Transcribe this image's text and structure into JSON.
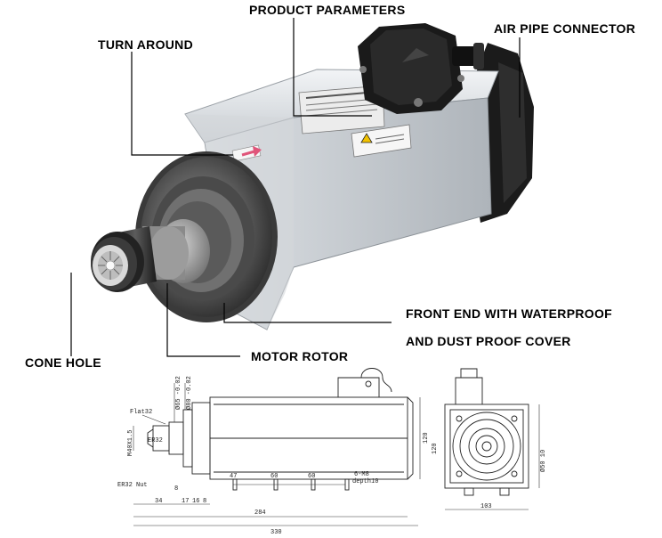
{
  "callouts": {
    "product_parameters": "PRODUCT PARAMETERS",
    "turn_around": "TURN AROUND",
    "air_pipe_connector": "AIR PIPE CONNECTOR",
    "front_end_line1": "FRONT END WITH WATERPROOF",
    "front_end_line2": "AND DUST PROOF COVER",
    "cone_hole": "CONE HOLE",
    "motor_rotor": "MOTOR ROTOR"
  },
  "drawing": {
    "side_labels": {
      "flat": "Flat32",
      "er_small": "ER32",
      "thread": "M40X1.5",
      "nut": "ER32 Nut",
      "dia1": "Ø65 -0.02",
      "dia2": "Ø80 -0.02",
      "holes": "6-M8",
      "depth": "depth10"
    },
    "side_dims": {
      "d47": "47",
      "d60a": "60",
      "d60b": "60",
      "d8": "8",
      "d34": "34",
      "d17": "17",
      "d16": "16",
      "d8b": "8",
      "d284": "284",
      "d330": "330",
      "h120": "120"
    },
    "end_dims": {
      "w103": "103",
      "bolt": "Ø50 10",
      "h120": "120"
    }
  }
}
